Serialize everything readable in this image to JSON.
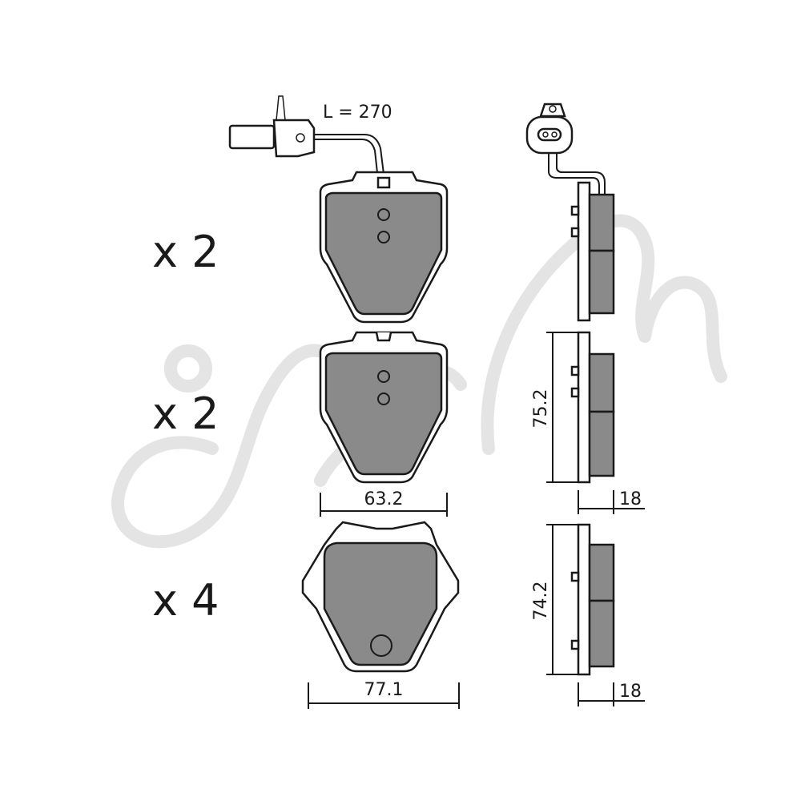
{
  "sensor": {
    "length_label": "L = 270"
  },
  "quantities": {
    "top": "x 2",
    "middle": "x 2",
    "bottom": "x 4"
  },
  "dimensions": {
    "width_top_pads": "63.2",
    "width_bottom_pad": "77.1",
    "height_middle_pad": "75.2",
    "height_bottom_pad": "74.2",
    "thickness_middle": "18",
    "thickness_bottom": "18"
  },
  "colors": {
    "pad_friction": "#8a8a8a",
    "outline": "#1a1a1a",
    "watermark": "#e4e4e4"
  }
}
